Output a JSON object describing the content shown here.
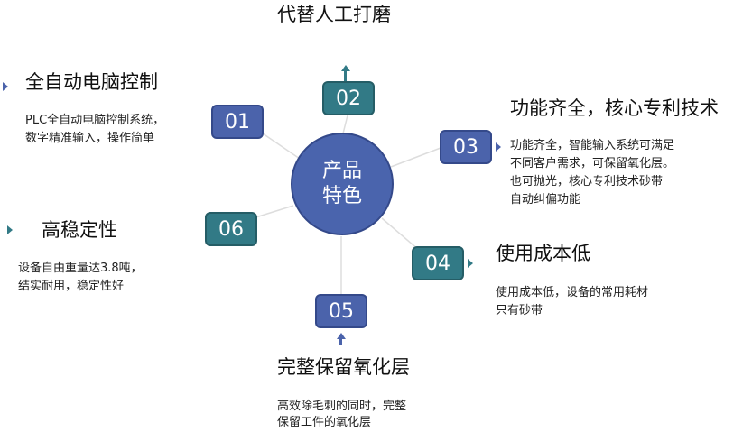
{
  "center": {
    "line1": "产品",
    "line2": "特色"
  },
  "items": [
    {
      "number": "01",
      "title": "全自动电脑控制",
      "desc1": "PLC全自动电脑控制系统，",
      "desc2": "数字精准输入，操作简单"
    },
    {
      "number": "02",
      "title": "代替人工打磨"
    },
    {
      "number": "03",
      "title": "功能齐全，核心专利技术",
      "desc1": "功能齐全，智能输入系统可满足",
      "desc2": "不同客户需求，可保留氧化层。",
      "desc3": "也可抛光，核心专利技术砂带",
      "desc4": "自动纠偏功能"
    },
    {
      "number": "04",
      "title": "使用成本低",
      "desc1": "使用成本低，设备的常用耗材",
      "desc2": "只有砂带"
    },
    {
      "number": "05",
      "title": "完整保留氧化层",
      "desc1": "高效除毛刺的同时，完整",
      "desc2": "保留工件的氧化层"
    },
    {
      "number": "06",
      "title": "高稳定性",
      "desc1": "设备自由重量达3.8吨，",
      "desc2": "结实耐用，稳定性好"
    }
  ],
  "colors": {
    "blue": "#4b63ab",
    "teal": "#327a86",
    "connector": "#dddddd"
  }
}
